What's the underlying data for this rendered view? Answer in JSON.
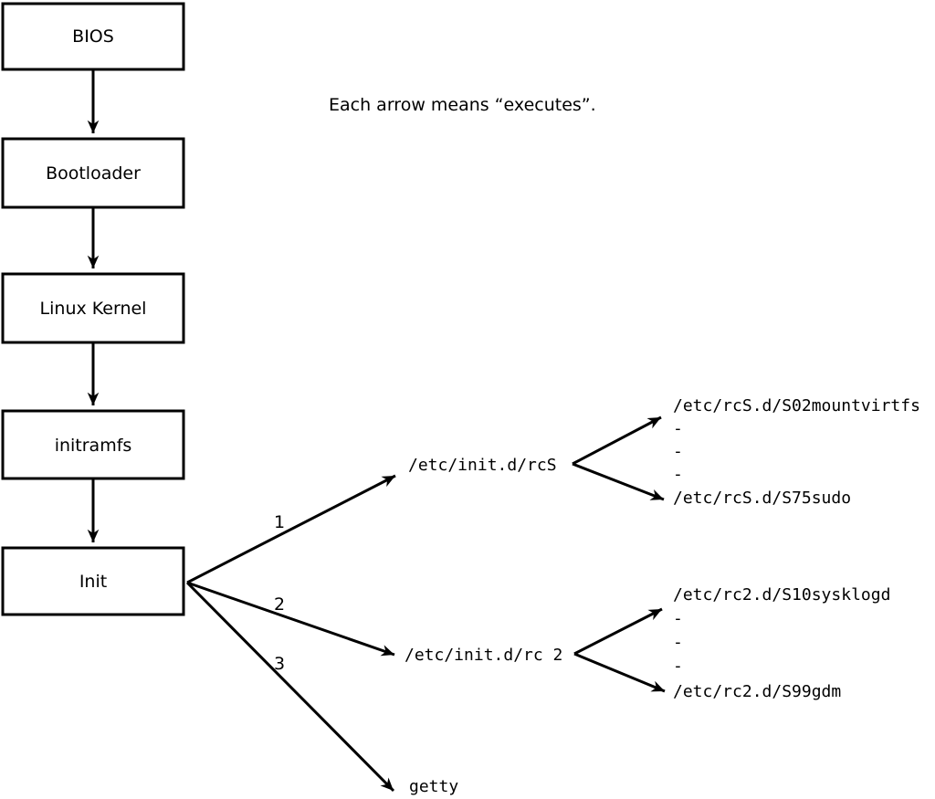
{
  "annotation": "Each arrow means “executes”.",
  "boot_sequence": [
    {
      "label": "BIOS"
    },
    {
      "label": "Bootloader"
    },
    {
      "label": "Linux Kernel"
    },
    {
      "label": "initramfs"
    },
    {
      "label": "Init"
    }
  ],
  "init_branches": [
    {
      "order": "1",
      "target": "/etc/init.d/rcS"
    },
    {
      "order": "2",
      "target": "/etc/init.d/rc 2"
    },
    {
      "order": "3",
      "target": "getty"
    }
  ],
  "rcS_entries": [
    "/etc/rcS.d/S02mountvirtfs",
    "-",
    "-",
    "-",
    "/etc/rcS.d/S75sudo"
  ],
  "rc2_entries": [
    "/etc/rc2.d/S10sysklogd",
    "-",
    "-",
    "-",
    "/etc/rc2.d/S99gdm"
  ],
  "colors": {
    "ink": "#000000",
    "background": "#ffffff"
  }
}
